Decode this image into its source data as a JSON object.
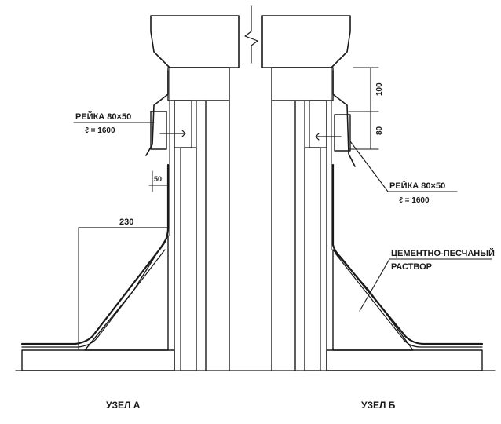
{
  "node_a": {
    "caption": "УЗЕЛ А",
    "rail_label": "РЕЙКА 80×50",
    "rail_length": "ℓ = 1600",
    "dim_50": "50",
    "dim_230": "230"
  },
  "node_b": {
    "caption": "УЗЕЛ Б",
    "rail_label": "РЕЙКА 80×50",
    "rail_length": "ℓ = 1600",
    "dim_100": "100",
    "dim_80": "80",
    "mortar_label_line1": "ЦЕМЕНТНО-ПЕСЧАНЫЙ",
    "mortar_label_line2": "РАСТВОР"
  }
}
